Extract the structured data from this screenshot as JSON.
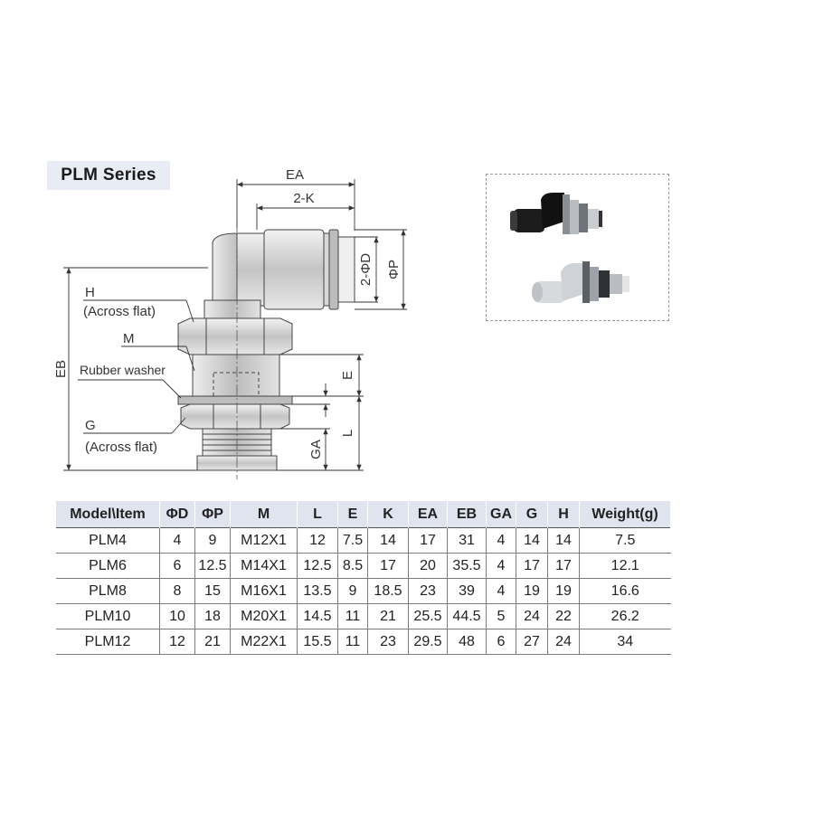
{
  "series_title": "PLM Series",
  "drawing": {
    "labels": {
      "ea": "EA",
      "two_k": "2-K",
      "two_phi_d": "2-ΦD",
      "phi_p": "ΦP",
      "eb": "EB",
      "h": "H",
      "h_note": "(Across flat)",
      "m": "M",
      "rubber_washer": "Rubber washer",
      "e": "E",
      "g": "G",
      "g_note": "(Across flat)",
      "l": "L",
      "ga": "GA"
    }
  },
  "photo": {
    "items": [
      "black-elbow-fitting-icon",
      "grey-elbow-fitting-icon"
    ]
  },
  "table": {
    "headers": [
      "Model\\Item",
      "ΦD",
      "ΦP",
      "M",
      "L",
      "E",
      "K",
      "EA",
      "EB",
      "GA",
      "G",
      "H",
      "Weight(g)"
    ],
    "rows": [
      [
        "PLM4",
        "4",
        "9",
        "M12X1",
        "12",
        "7.5",
        "14",
        "17",
        "31",
        "4",
        "14",
        "14",
        "7.5"
      ],
      [
        "PLM6",
        "6",
        "12.5",
        "M14X1",
        "12.5",
        "8.5",
        "17",
        "20",
        "35.5",
        "4",
        "17",
        "17",
        "12.1"
      ],
      [
        "PLM8",
        "8",
        "15",
        "M16X1",
        "13.5",
        "9",
        "18.5",
        "23",
        "39",
        "4",
        "19",
        "19",
        "16.6"
      ],
      [
        "PLM10",
        "10",
        "18",
        "M20X1",
        "14.5",
        "11",
        "21",
        "25.5",
        "44.5",
        "5",
        "24",
        "22",
        "26.2"
      ],
      [
        "PLM12",
        "12",
        "21",
        "M22X1",
        "15.5",
        "11",
        "23",
        "29.5",
        "48",
        "6",
        "27",
        "24",
        "34"
      ]
    ]
  },
  "colors": {
    "header_bg": "#dfe4ee",
    "title_bg": "#e8ecf4",
    "black_fitting": "#1c1c1c",
    "grey_fitting": "#c9ccd0"
  }
}
